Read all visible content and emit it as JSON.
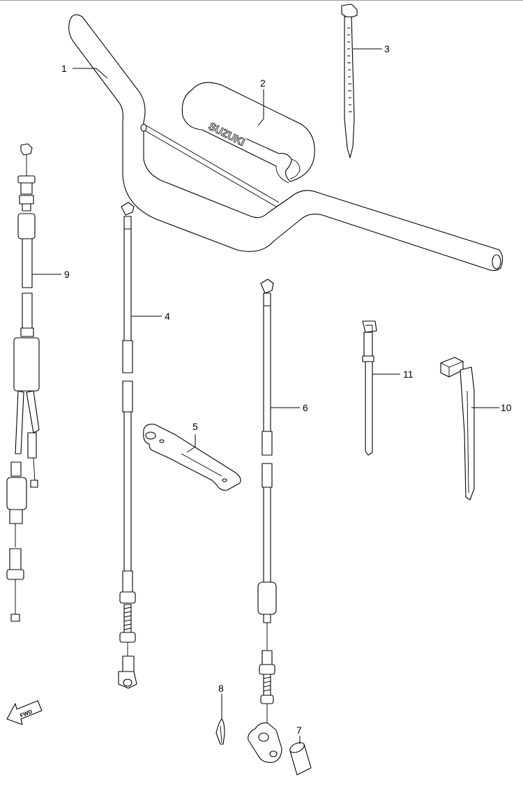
{
  "callouts": [
    {
      "id": "1",
      "label": "1"
    },
    {
      "id": "2",
      "label": "2"
    },
    {
      "id": "3",
      "label": "3"
    },
    {
      "id": "4",
      "label": "4"
    },
    {
      "id": "5",
      "label": "5"
    },
    {
      "id": "6",
      "label": "6"
    },
    {
      "id": "7",
      "label": "7"
    },
    {
      "id": "8",
      "label": "8"
    },
    {
      "id": "9",
      "label": "9"
    },
    {
      "id": "10",
      "label": "10"
    },
    {
      "id": "11",
      "label": "11"
    }
  ],
  "pad_logo": "SUZUKI",
  "fwd_label": "FWD"
}
